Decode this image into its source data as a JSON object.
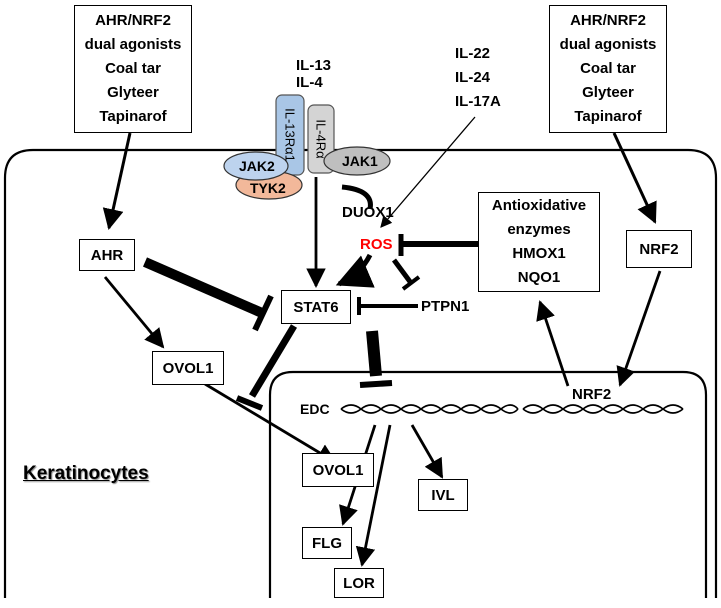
{
  "colors": {
    "ros": "#ff0000",
    "il13ra1_fill": "#a9c6e6",
    "il4ra_fill": "#d4d4d4",
    "jak2_fill": "#bdd3ee",
    "tyk2_fill": "#f2b89a",
    "jak1_fill": "#bfbfbf"
  },
  "agonists_left": [
    "AHR/NRF2",
    "dual agonists",
    "Coal tar",
    "Glyteer",
    "Tapinarof"
  ],
  "agonists_right": [
    "AHR/NRF2",
    "dual agonists",
    "Coal tar",
    "Glyteer",
    "Tapinarof"
  ],
  "cytokines_top": [
    "IL-13",
    "IL-4"
  ],
  "cytokines_right": [
    "IL-22",
    "IL-24",
    "IL-17A"
  ],
  "receptors": {
    "il13ra1": "IL-13Rα1",
    "il4ra": "IL-4Rα",
    "jak2": "JAK2",
    "tyk2": "TYK2",
    "jak1": "JAK1"
  },
  "nodes": {
    "ahr": "AHR",
    "stat6": "STAT6",
    "ovol1_cyto": "OVOL1",
    "duox1": "DUOX1",
    "ros": "ROS",
    "ptpn1": "PTPN1",
    "nrf2_cyto": "NRF2",
    "nrf2_nuc": "NRF2",
    "edc": "EDC",
    "ovol1_nuc": "OVOL1",
    "ivl": "IVL",
    "flg": "FLG",
    "lor": "LOR"
  },
  "antioxidative": [
    "Antioxidative",
    "enzymes",
    "HMOX1",
    "NQO1"
  ],
  "cell_label": "Keratinocytes"
}
